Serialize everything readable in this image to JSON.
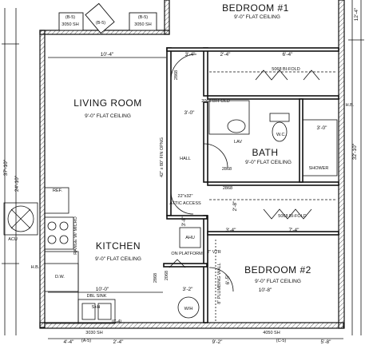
{
  "rooms": {
    "living": {
      "name": "LIVING ROOM",
      "ceiling": "9'-0\" FLAT CEILING"
    },
    "kitchen": {
      "name": "KITCHEN",
      "ceiling": "9'-0\" FLAT CEILING"
    },
    "bedroom1": {
      "name": "BEDROOM #1",
      "ceiling": "9'-0\" FLAT CEILING"
    },
    "bedroom2": {
      "name": "BEDROOM #2",
      "ceiling": "9'-0\" FLAT CEILING"
    },
    "bath": {
      "name": "BATH",
      "ceiling": "9'-0\" FLAT CEILING"
    }
  },
  "labels": {
    "hall": "HALL",
    "lav": "LAV",
    "wc": "W.C.",
    "shower": "SHOWER",
    "attic": "22\"x32\"",
    "attic2": "ATTIC ACCESS",
    "ahu": "AHU",
    "on_platform": "ON PLATFORM",
    "wh": "W/H",
    "dw": "D.W.",
    "ref": "REF.",
    "range": "RANGE W/ MICRO",
    "dbl_sink": "DBL SINK",
    "plumbing_wall": "8\" PLUMBING WALL",
    "opening": "42\" x 80\" FIN OPNG",
    "vtr": "2\" VTR",
    "hb_left": "H.B.",
    "hb_right": "H.B.",
    "acu": "ACU",
    "shelf": "S+H"
  },
  "windows": {
    "w1": "(B-5)",
    "w1s": "3050 SH",
    "w2": "(B-5)",
    "w3": "(B-5)",
    "w3s": "3050 SH",
    "w4": "(A-5)",
    "w4s": "3030 SH",
    "w5": "(C-5)",
    "w5s": "4050 SH",
    "w6": "(C-4)"
  },
  "doors": {
    "d1": "2868",
    "d2": "2868",
    "d3": "2868",
    "d4": "2868",
    "d5": "5068 BI-FOLD",
    "d6": "2068 BI-FOLD",
    "d7": "5068 BI-FOLD",
    "d8": "2068"
  },
  "dims": {
    "living_w": "10'-4\"",
    "d_3_4": "3'-4\"",
    "d_2_4": "2'-4\"",
    "d_6_4": "6'-4\"",
    "d_3_0": "3'-0\"",
    "d_3_0b": "3'-0\"",
    "d_7_4": "7'-4\"",
    "d_10_0": "10'-0\"",
    "d_10_8": "10'-8\"",
    "d_3_2": "3'-2\"",
    "d_3_8": "3'-8\"",
    "d_3_4b": "3'-4\"",
    "d_6_5": "6'-5\"",
    "d_2_8": "2'-8\"",
    "d_9_2": "9'-2\"",
    "d_4_4": "4'-4\"",
    "d_2_4b": "2'-4\"",
    "d_5_8": "5'-8\"",
    "left_37_10": "37'-10\"",
    "left_24_10": "24'-10\"",
    "right_12_4": "12'-4\"",
    "right_32_10": "32'-10\""
  }
}
